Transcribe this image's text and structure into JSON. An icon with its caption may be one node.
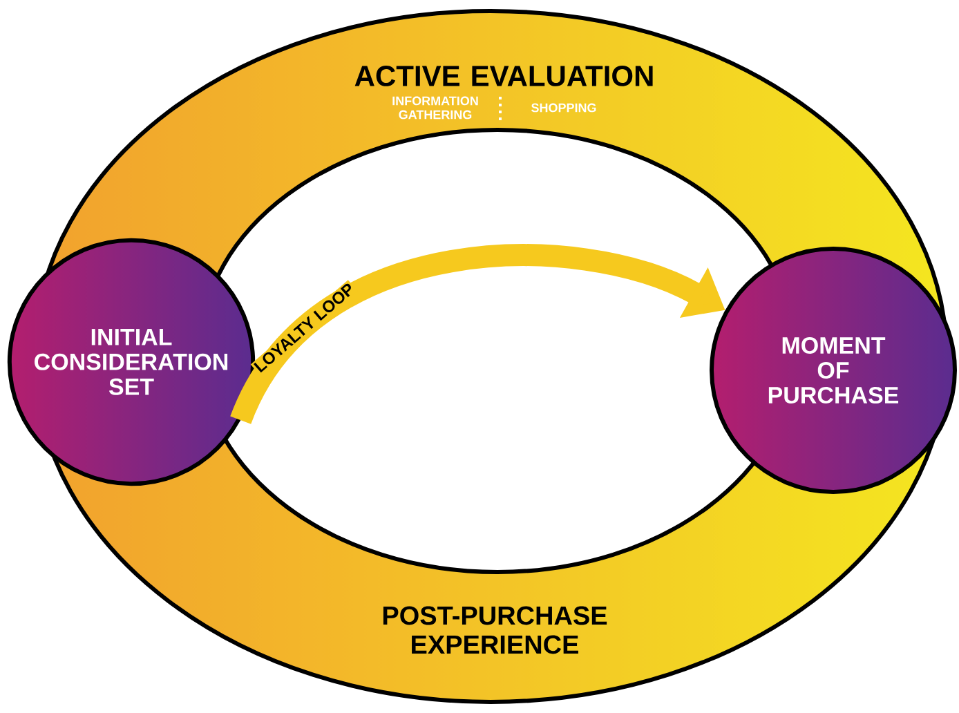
{
  "diagram": {
    "nodes": [
      {
        "text": [
          "INITIAL CONSIDERATION SET"
        ]
      },
      {
        "text": [
          "ACTIVE EVALUATION",
          "INFORMATION GATHERING",
          "SHOPPING"
        ]
      },
      {
        "text": [
          "MOMENT OF PURCHASE"
        ]
      },
      {
        "text": [
          "POST-PURCHASE EXPERIENCE"
        ]
      }
    ],
    "edges": [
      {
        "from": 0,
        "to": 2,
        "arrow": "to",
        "label": "LOYALTY LOOP"
      }
    ]
  }
}
